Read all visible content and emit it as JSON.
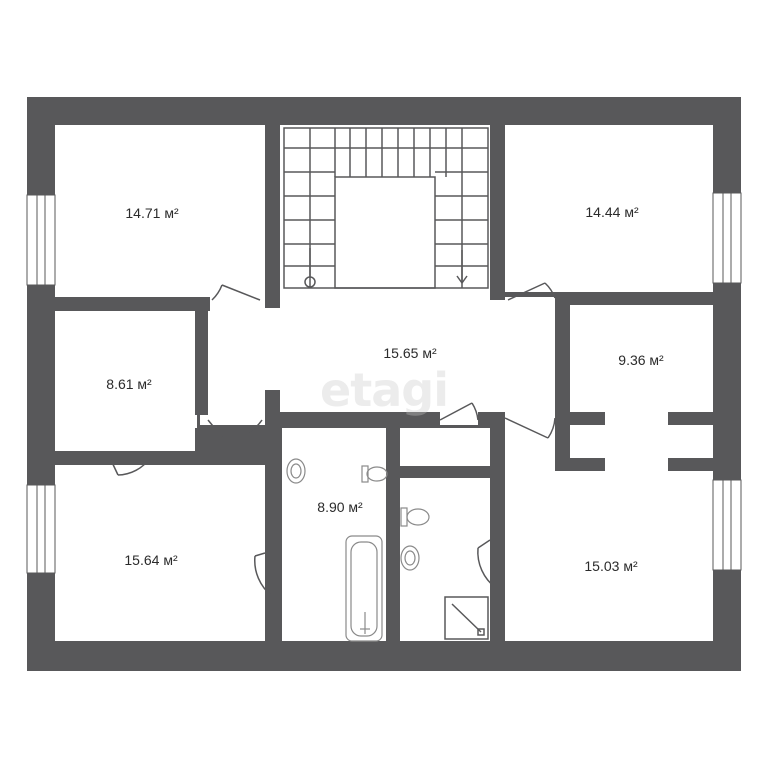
{
  "watermark": "etagi",
  "colors": {
    "wall": "#58585a",
    "floor": "#ffffff",
    "fixture": "#8a8a8a",
    "window": "#d8dde0"
  },
  "rooms": [
    {
      "id": "room-nw",
      "label": "14.71 м²"
    },
    {
      "id": "room-ne",
      "label": "14.44 м²"
    },
    {
      "id": "room-hall",
      "label": "15.65 м²"
    },
    {
      "id": "room-east-small",
      "label": "9.36 м²"
    },
    {
      "id": "room-west-small",
      "label": "8.61 м²"
    },
    {
      "id": "room-bath",
      "label": "8.90 м²"
    },
    {
      "id": "room-sw",
      "label": "15.64 м²"
    },
    {
      "id": "room-se",
      "label": "15.03 м²"
    }
  ]
}
